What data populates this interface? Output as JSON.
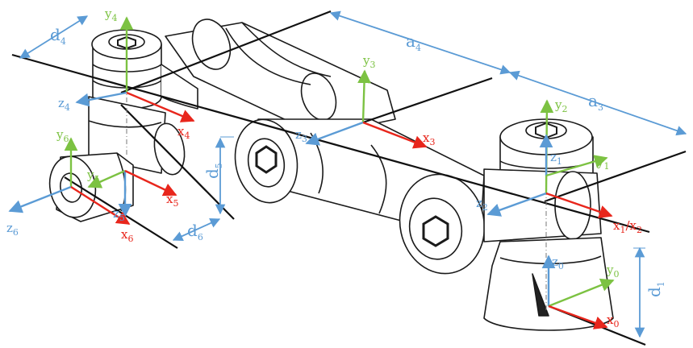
{
  "colors": {
    "link_dim": "#5b9bd5",
    "x_axis": "#e8261c",
    "y_axis": "#7cc242",
    "z_axis": "#5b9bd5",
    "robot_line": "#1a1a1a",
    "robot_fill": "#ffffff",
    "frame_line": "#111111"
  },
  "icons": [
    "robot-arm-outline",
    "axis-arrow",
    "dimension-arrow",
    "joint-cap-logo"
  ],
  "dimensions": {
    "d4": {
      "base": "d",
      "sub": "4"
    },
    "a4": {
      "base": "a",
      "sub": "4"
    },
    "a3": {
      "base": "a",
      "sub": "3"
    },
    "d5": {
      "base": "d",
      "sub": "5"
    },
    "d6": {
      "base": "d",
      "sub": "6"
    },
    "d1": {
      "base": "d",
      "sub": "1"
    }
  },
  "axes": {
    "y4": {
      "base": "y",
      "sub": "4"
    },
    "z4": {
      "base": "z",
      "sub": "4"
    },
    "x4": {
      "base": "x",
      "sub": "4"
    },
    "y3": {
      "base": "y",
      "sub": "3"
    },
    "z3": {
      "base": "z",
      "sub": "3"
    },
    "x3": {
      "base": "x",
      "sub": "3"
    },
    "y2": {
      "base": "y",
      "sub": "2"
    },
    "z1": {
      "base": "z",
      "sub": "1"
    },
    "y1": {
      "base": "y",
      "sub": "1"
    },
    "z2": {
      "base": "z",
      "sub": "2"
    },
    "x12": {
      "base": "x",
      "sub": "1",
      "sep": "/x",
      "sub2": "2"
    },
    "y6": {
      "base": "y",
      "sub": "6"
    },
    "y5": {
      "base": "y",
      "sub": "5"
    },
    "z5": {
      "base": "z",
      "sub": "5"
    },
    "x5": {
      "base": "x",
      "sub": "5"
    },
    "z6": {
      "base": "z",
      "sub": "6"
    },
    "x6": {
      "base": "x",
      "sub": "6"
    },
    "z0": {
      "base": "z",
      "sub": "0"
    },
    "y0": {
      "base": "y",
      "sub": "0"
    },
    "x0": {
      "base": "x",
      "sub": "0"
    }
  }
}
